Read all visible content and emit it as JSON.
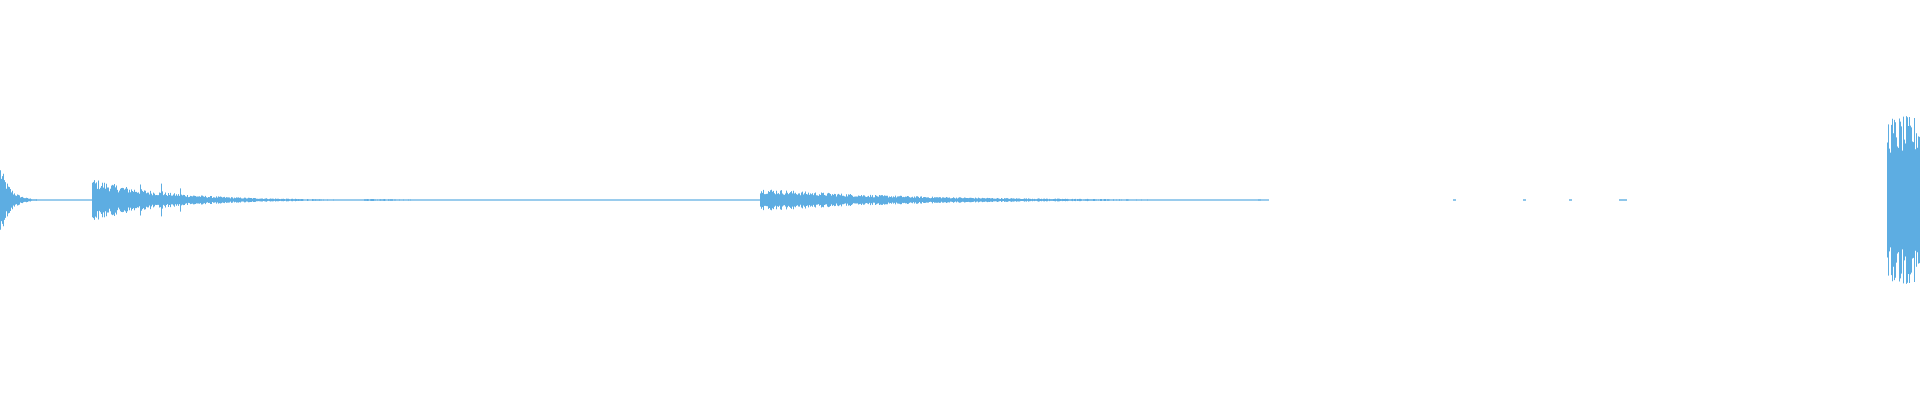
{
  "waveform": {
    "color": "#5dade2",
    "background": "#ffffff",
    "segments": [
      {
        "start": 0.0,
        "end": 0.05,
        "peak": 0.18,
        "decay": 0.35
      },
      {
        "start": 0.048,
        "end": 0.19,
        "peak": 0.11,
        "decay": 0.9
      },
      {
        "start": 0.073,
        "end": 0.078,
        "peak": 0.14,
        "decay": 0.3
      },
      {
        "start": 0.084,
        "end": 0.092,
        "peak": 0.09,
        "decay": 0.4
      },
      {
        "start": 0.094,
        "end": 0.1,
        "peak": 0.06,
        "decay": 0.4
      },
      {
        "start": 0.19,
        "end": 0.38,
        "peak": 0.006,
        "decay": 0.9
      },
      {
        "start": 0.396,
        "end": 0.66,
        "peak": 0.06,
        "decay": 0.95
      },
      {
        "start": 0.983,
        "end": 1.0,
        "peak": 0.42,
        "decay": 0.05
      }
    ],
    "speckles": [
      0.655,
      0.757,
      0.793,
      0.817,
      0.843
    ]
  }
}
